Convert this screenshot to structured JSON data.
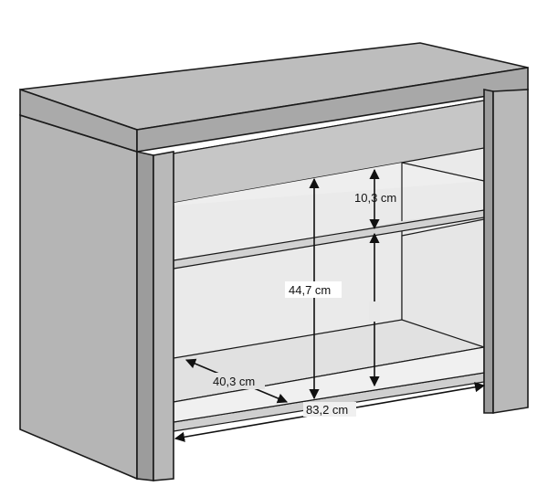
{
  "dimensions": {
    "shelf_gap_upper": "10,3 cm",
    "opening_height": "44,7 cm",
    "depth": "40,3 cm",
    "width": "83,2 cm"
  },
  "colors": {
    "body_fill": "#b9b9b9",
    "top_face": "#c2c2c2",
    "front_edge": "#a6a6a6",
    "side_panel": "#b0b0b0",
    "interior_back": "#e9e9e9",
    "shelf": "#dcdcdc",
    "outline": "#1a1a1a",
    "dimension_line": "#111111"
  }
}
